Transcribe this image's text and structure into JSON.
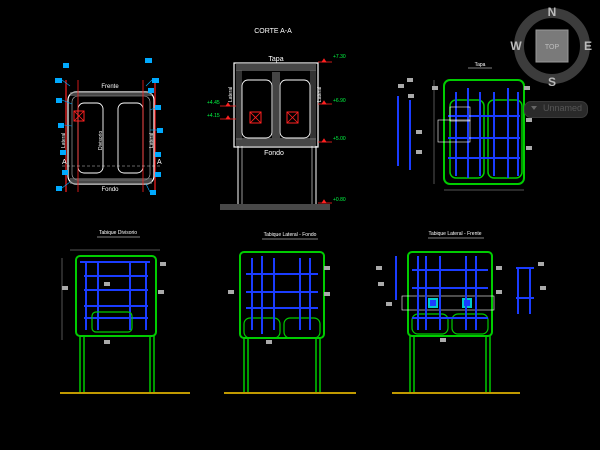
{
  "drawing": {
    "title": "CORTE A-A",
    "section_labels": {
      "tapa": "Tapa",
      "fondo": "Fondo",
      "frente": "Frente",
      "lateral": "Lateral",
      "divisorio": "Divisorio",
      "tabique_divisorio": "Tabique Divisorio",
      "tabique_lateral_fondo": "Tabique Lateral - Fondo",
      "tabique_lateral_frente": "Tabique Lateral - Frente"
    },
    "section_marks": [
      "A",
      "A"
    ],
    "elevations": [
      "+7.30",
      "+6.90",
      "+5.00",
      "+4.45",
      "+4.15",
      "+0.80"
    ]
  },
  "viewcube": {
    "north": "N",
    "south": "S",
    "east": "E",
    "west": "W",
    "face": "TOP",
    "wcs_label": "Unnamed"
  },
  "colors": {
    "background": "#000000",
    "outline": "#ffffff",
    "structure": "#00cc00",
    "rebar": "#1a3cff",
    "callout": "#00aaff",
    "elevation": "#ff2020",
    "annotation_green": "#00ff44"
  }
}
